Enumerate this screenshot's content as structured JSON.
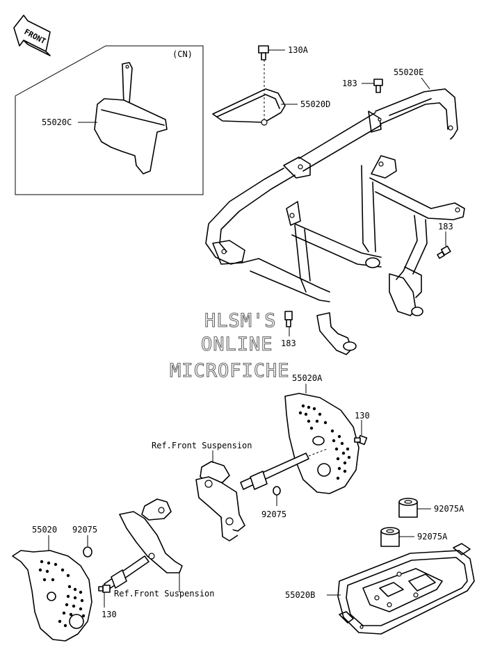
{
  "front_label": "FRONT",
  "variant_label": "(CN)",
  "watermark": [
    "HLSM'S",
    "ONLINE",
    "MICROFICHE"
  ],
  "callouts": {
    "c_55020C": "55020C",
    "c_130A": "130A",
    "c_55020D": "55020D",
    "c_55020E": "55020E",
    "c_183_top": "183",
    "c_183_right": "183",
    "c_183_mid": "183",
    "c_55020A": "55020A",
    "c_130_right": "130",
    "c_ref_susp_top": "Ref.Front Suspension",
    "c_92075_mid": "92075",
    "c_55020": "55020",
    "c_92075_left": "92075",
    "c_ref_susp_bottom": "Ref.Front Suspension",
    "c_130_left": "130",
    "c_92075A_top": "92075A",
    "c_92075A_bottom": "92075A",
    "c_55020B": "55020B"
  }
}
